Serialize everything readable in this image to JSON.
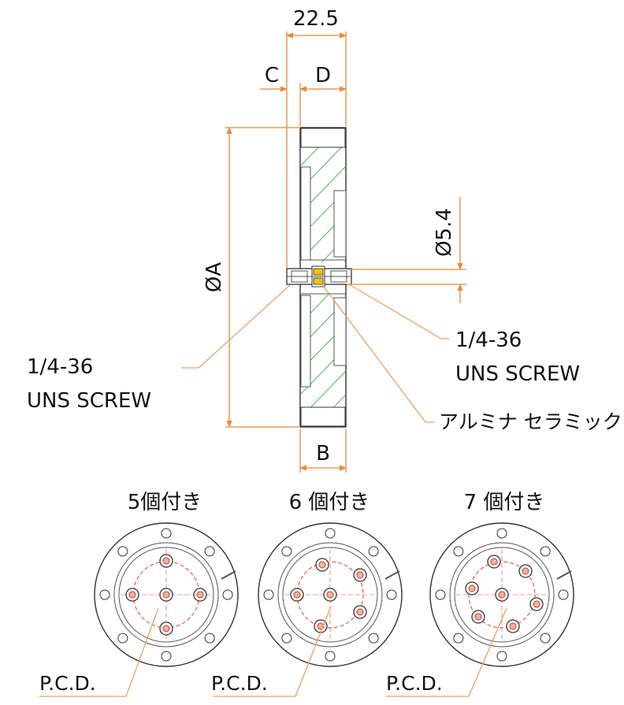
{
  "dimensions": {
    "width_total": "22.5",
    "c": "C",
    "d": "D",
    "b": "B",
    "phi_a": "ØA",
    "phi_54": "Ø5.4"
  },
  "callouts": {
    "left_screw": [
      "1/4-36",
      "UNS SCREW"
    ],
    "right_screw": [
      "1/4-36",
      "UNS SCREW"
    ],
    "ceramic": "アルミナ セラミック"
  },
  "variants": [
    {
      "title": "5個付き",
      "pcd": "P.C.D."
    },
    {
      "title": "6 個付き",
      "pcd": "P.C.D."
    },
    {
      "title": "7 個付き",
      "pcd": "P.C.D."
    }
  ],
  "colors": {
    "dimension": "#e8893a",
    "hatch": "#3db33d",
    "pcd_circle": "#e0402a",
    "ceramic": "#f2c200"
  }
}
